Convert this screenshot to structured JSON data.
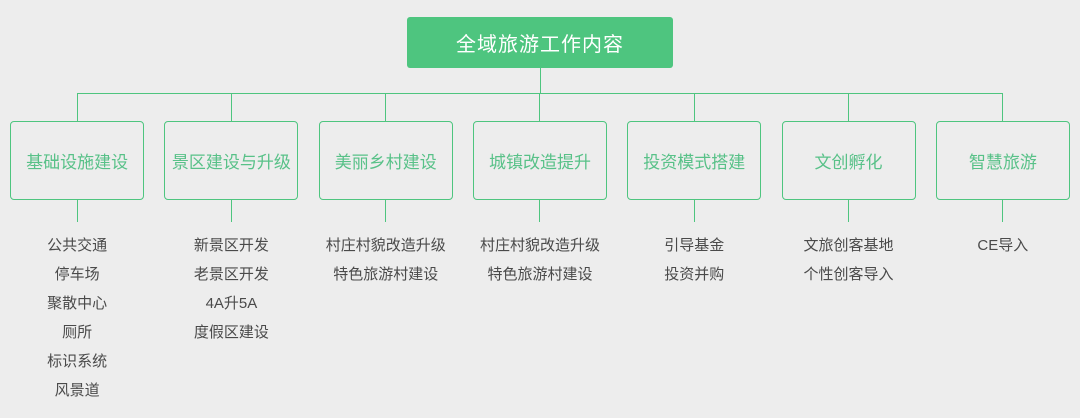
{
  "root": {
    "title": "全域旅游工作内容"
  },
  "colors": {
    "green": "#4ec57f",
    "green_text": "#58c188",
    "item_text": "#4a4a4a",
    "background": "#ededed"
  },
  "branches": [
    {
      "label": "基础设施建设",
      "items": [
        "公共交通",
        "停车场",
        "聚散中心",
        "厕所",
        "标识系统",
        "风景道"
      ]
    },
    {
      "label": "景区建设与升级",
      "items": [
        "新景区开发",
        "老景区开发",
        "4A升5A",
        "度假区建设"
      ]
    },
    {
      "label": "美丽乡村建设",
      "items": [
        "村庄村貌改造升级",
        "特色旅游村建设"
      ]
    },
    {
      "label": "城镇改造提升",
      "items": [
        "村庄村貌改造升级",
        "特色旅游村建设"
      ]
    },
    {
      "label": "投资模式搭建",
      "items": [
        "引导基金",
        "投资并购"
      ]
    },
    {
      "label": "文创孵化",
      "items": [
        "文旅创客基地",
        "个性创客导入"
      ]
    },
    {
      "label": "智慧旅游",
      "items": [
        "CE导入"
      ]
    }
  ]
}
